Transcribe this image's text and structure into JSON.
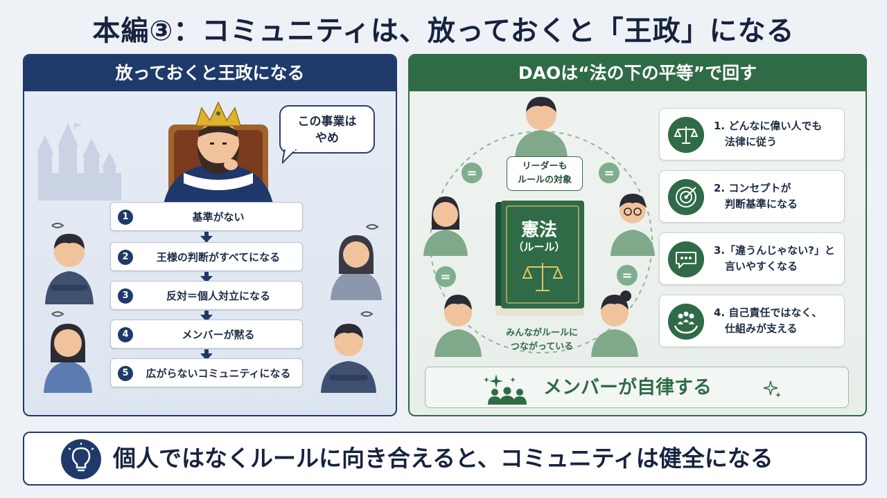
{
  "title": "本編③：コミュニティは、放っておくと「王政」になる",
  "left": {
    "header": "放っておくと王政になる",
    "speech": [
      "この事業は",
      "やめ"
    ],
    "steps": [
      {
        "num": "1",
        "text": "基準がない"
      },
      {
        "num": "2",
        "text": "王様の判断がすべてになる"
      },
      {
        "num": "3",
        "text": "反対＝個人対立になる"
      },
      {
        "num": "4",
        "text": "メンバーが黙る"
      },
      {
        "num": "5",
        "text": "広がらないコミュニティになる"
      }
    ]
  },
  "right": {
    "header": "DAOは“法の下の平等”で回す",
    "leader_label": [
      "リーダーも",
      "ルールの対象"
    ],
    "book_title": "憲法",
    "book_sub": "（ルール）",
    "connect_label": [
      "みんながルールに",
      "つながっている"
    ],
    "equals": "=",
    "rules": [
      {
        "icon": "scales-icon",
        "lines": [
          "1. どんなに偉い人でも",
          "法律に従う"
        ]
      },
      {
        "icon": "target-icon",
        "lines": [
          "2. コンセプトが",
          "判断基準になる"
        ]
      },
      {
        "icon": "speech-icon",
        "lines": [
          "3.「違うんじゃない?」と",
          "言いやすくなる"
        ]
      },
      {
        "icon": "people-hands-icon",
        "lines": [
          "4. 自己責任ではなく、",
          "仕組みが支える"
        ]
      }
    ],
    "autonomy": "メンバーが自律する"
  },
  "bottom": "個人ではなくルールに向き合えると、コミュニティは健全になる",
  "colors": {
    "navy": "#1f3a6a",
    "green": "#2f6b47",
    "bg": "#eef1f5"
  }
}
